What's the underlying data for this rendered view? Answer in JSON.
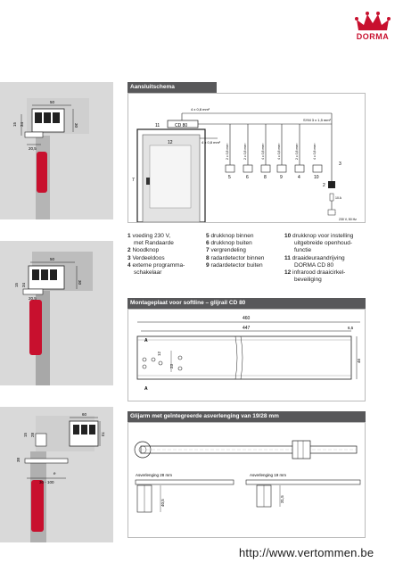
{
  "brand": {
    "name": "DORMA",
    "color": "#c8102e"
  },
  "footer": {
    "url": "http://www.vertommen.be"
  },
  "left_diagrams": [
    {
      "dims": [
        "50",
        "30",
        "15",
        "34",
        "20,5"
      ]
    },
    {
      "dims": [
        "50",
        "30",
        "15",
        "34",
        "20,5"
      ]
    },
    {
      "dims": [
        "60",
        "73",
        "15",
        "28",
        "38",
        "e",
        "30 - 100"
      ]
    }
  ],
  "aansluit": {
    "title": "Aansluitschema",
    "cable_top": "4 x 0,8 mm²",
    "cable_sym": "SYM 3 x 1,5 mm²",
    "cable_left": "4 x 0,8 mm²",
    "unit_label": "CD 80",
    "numbers": [
      "11",
      "12",
      "7",
      "5",
      "6",
      "8",
      "9",
      "4",
      "10",
      "3",
      "2",
      "1"
    ],
    "cable_vert": [
      "2 x 0,8 mm²",
      "2 x 0,8 mm²",
      "4 x 0,8 mm²",
      "4 x 0,8 mm²",
      "2 x 0,8 mm²",
      "4 x 0,8 mm²"
    ],
    "fuse": "10 A",
    "voltage": "230 V, 50 Hz"
  },
  "legend": {
    "col1": [
      {
        "n": "1",
        "t": "voeding 230 V,"
      },
      {
        "n": "",
        "t": "met Randaarde"
      },
      {
        "n": "2",
        "t": "Noodknop"
      },
      {
        "n": "3",
        "t": "Verdeeldoos"
      },
      {
        "n": "4",
        "t": "externe programma-"
      },
      {
        "n": "",
        "t": "schakelaar"
      }
    ],
    "col2": [
      {
        "n": "5",
        "t": "drukknop binnen"
      },
      {
        "n": "6",
        "t": "drukknop buiten"
      },
      {
        "n": "7",
        "t": "vergrendeling"
      },
      {
        "n": "8",
        "t": "radardetector binnen"
      },
      {
        "n": "9",
        "t": "radardetector buiten"
      }
    ],
    "col3": [
      {
        "n": "10",
        "t": "drukknop voor instelling"
      },
      {
        "n": "",
        "t": "uitgebreide openhoud-"
      },
      {
        "n": "",
        "t": "functie"
      },
      {
        "n": "11",
        "t": "draaideuraandrijving"
      },
      {
        "n": "",
        "t": "DORMA CD 80"
      },
      {
        "n": "12",
        "t": "infrarood draaicirkel-"
      },
      {
        "n": "",
        "t": "beveiliging"
      }
    ]
  },
  "montage": {
    "title": "Montageplaat voor softline – glijrail CD 80",
    "dim_total": "460",
    "dim_inner": "447",
    "dim_right": "6,5",
    "dim_height": "46",
    "dim_a": "23",
    "dim_b": "12",
    "section": "A"
  },
  "glijarm": {
    "title": "Glijarm met geïntegreerde asverlenging van 19/28 mm",
    "ext1": "Asverlenging 28 mm",
    "ext2": "Asverlenging 19 mm",
    "dim1": "40,5",
    "dim2": "31,5"
  }
}
